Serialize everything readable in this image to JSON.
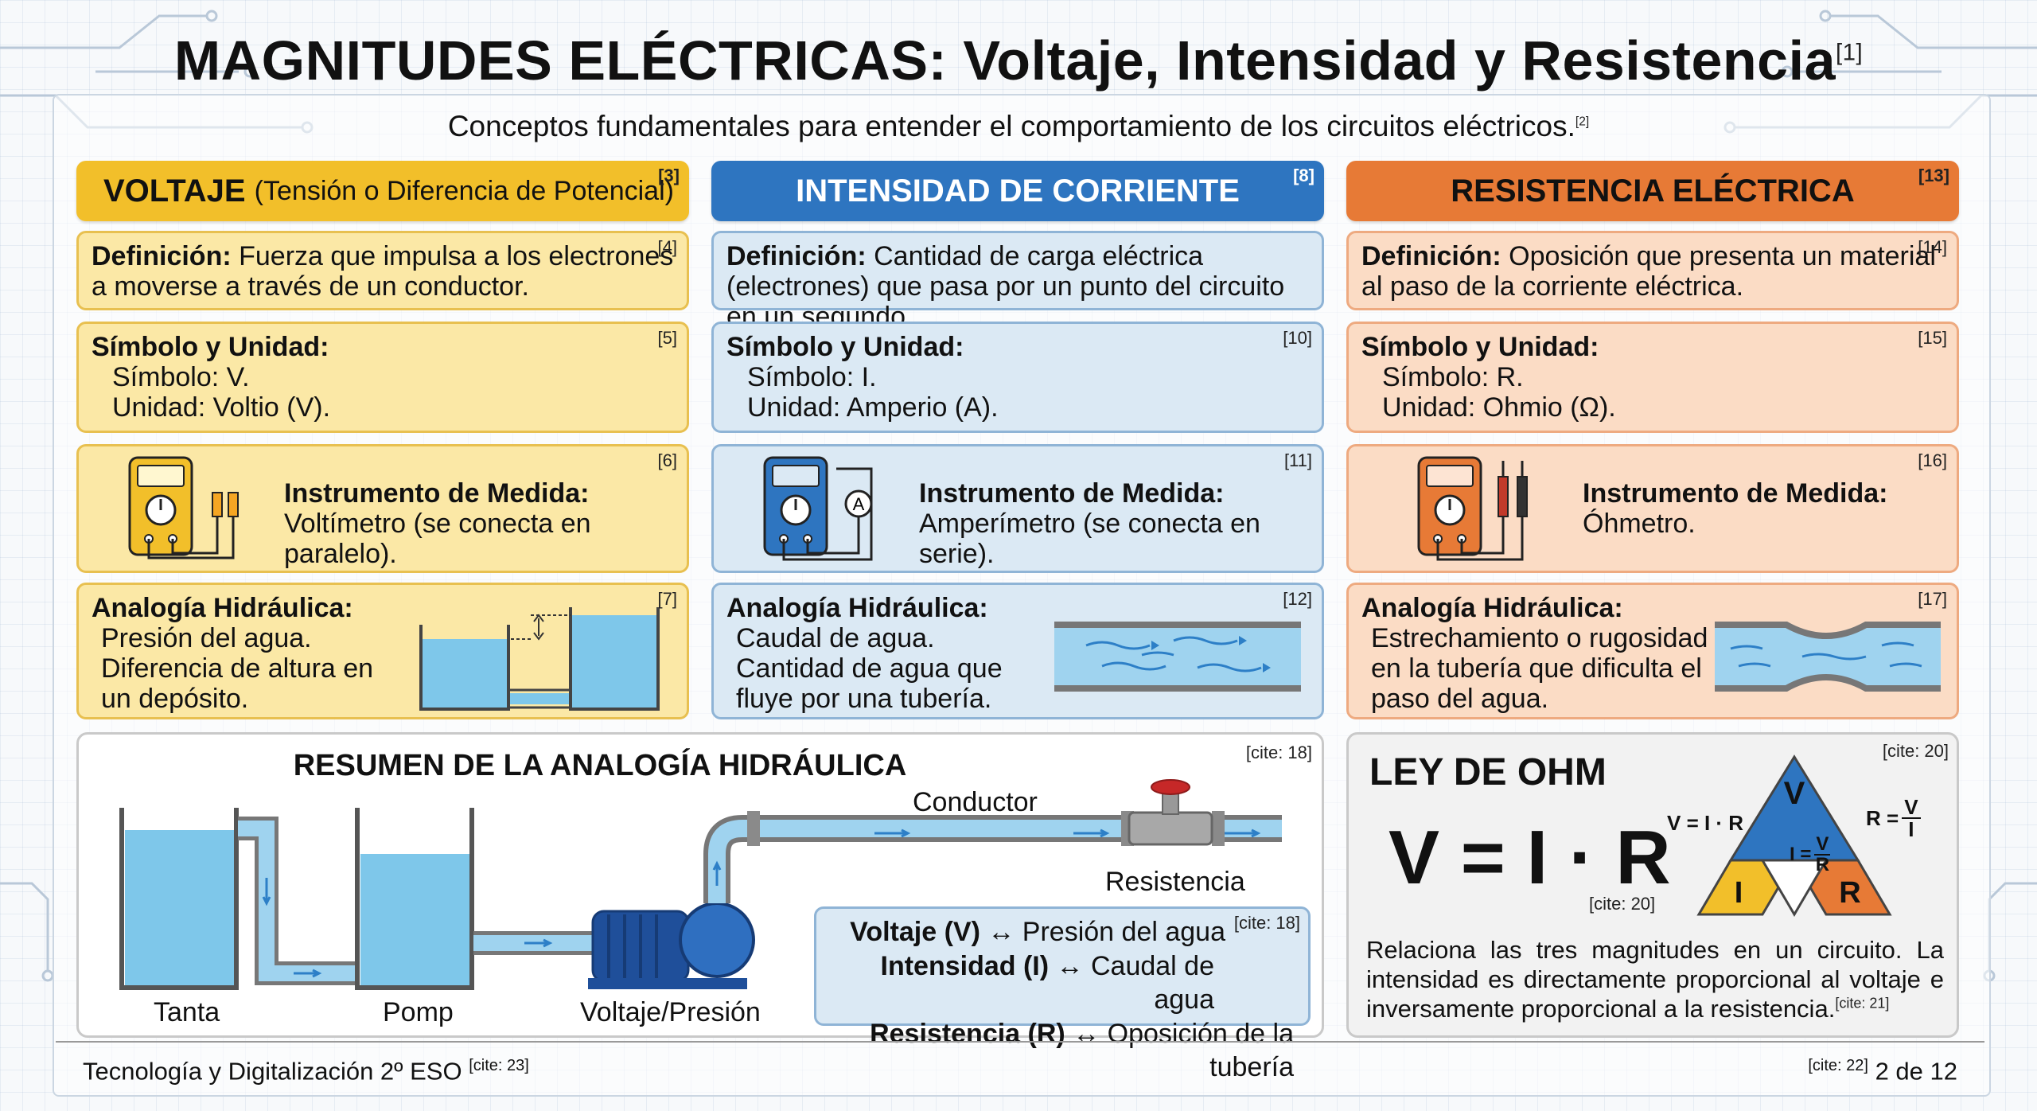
{
  "title": "MAGNITUDES ELÉCTRICAS: Voltaje, Intensidad y Resistencia",
  "title_cite": "[1]",
  "subtitle": "Conceptos fundamentales para entender el comportamiento de los circuitos eléctricos.",
  "subtitle_cite": "[2]",
  "colors": {
    "yellow": "#f2bf2a",
    "blue": "#2e75c0",
    "orange": "#e77a36",
    "water": "#7ec7ea"
  },
  "voltaje": {
    "header_bold": "VOLTAJE",
    "header_rest": "(Tensión o Diferencia de Potencial)",
    "header_cite": "[3]",
    "def_label": "Definición:",
    "def_text": "Fuerza que impulsa a los electrones a moverse a través de un conductor.",
    "def_cite": "[4]",
    "sym_label": "Símbolo y Unidad:",
    "sym_line1": "Símbolo: V.",
    "sym_line2": "Unidad: Voltio (V).",
    "sym_cite": "[5]",
    "inst_label": "Instrumento de Medida:",
    "inst_text": "Voltímetro (se conecta en paralelo).",
    "inst_cite": "[6]",
    "analog_label": "Analogía Hidráulica:",
    "analog_line1": "Presión del agua.",
    "analog_line2": "Diferencia de altura en",
    "analog_line3": "un depósito.",
    "analog_cite": "[7]"
  },
  "intensidad": {
    "header": "INTENSIDAD DE CORRIENTE",
    "header_cite": "[8]",
    "def_label": "Definición:",
    "def_text": "Cantidad de carga eléctrica (electrones) que pasa por un punto del circuito en un segundo.",
    "sym_label": "Símbolo y Unidad:",
    "sym_line1": "Símbolo: I.",
    "sym_line2": "Unidad: Amperio (A).",
    "sym_cite": "[10]",
    "inst_label": "Instrumento de Medida:",
    "inst_text": "Amperímetro (se conecta en serie).",
    "inst_cite": "[11]",
    "analog_label": "Analogía Hidráulica:",
    "analog_line1": "Caudal de agua.",
    "analog_line2": "Cantidad de agua que",
    "analog_line3": "fluye por una tubería.",
    "analog_cite": "[12]"
  },
  "resistencia": {
    "header": "RESISTENCIA ELÉCTRICA",
    "header_cite": "[13]",
    "def_label": "Definición:",
    "def_text": "Oposición que presenta un material al paso de la corriente eléctrica.",
    "def_cite": "[14]",
    "sym_label": "Símbolo y Unidad:",
    "sym_line1": "Símbolo: R.",
    "sym_line2": "Unidad: Ohmio (Ω).",
    "sym_cite": "[15]",
    "inst_label": "Instrumento de Medida:",
    "inst_text": "Óhmetro.",
    "inst_cite": "[16]",
    "analog_label": "Analogía Hidráulica:",
    "analog_line1": "Estrechamiento o rugosidad",
    "analog_line2": "en la tubería que dificulta el",
    "analog_line3": "paso del agua.",
    "analog_cite": "[17]"
  },
  "resumen": {
    "title": "RESUMEN DE LA ANALOGÍA HIDRÁULICA",
    "cite": "[cite: 18]",
    "label_conductor": "Conductor",
    "label_resistencia": "Resistencia",
    "label_tanta": "Tanta",
    "label_pomp": "Pomp",
    "label_voltaje": "Voltaje/Presión",
    "eq_cite": "[cite: 18]",
    "eq1_bold": "Voltaje (V)",
    "eq1_rest": "↔ Presión del agua",
    "eq2_bold": "Intensidad (I)",
    "eq2_rest": "↔ Caudal de agua",
    "eq3_bold": "Resistencia (R)",
    "eq3_rest": "↔ Oposición de la tubería"
  },
  "ohm": {
    "title": "LEY DE OHM",
    "cite": "[cite: 20]",
    "formula": "V = I · R",
    "formula_cite": "[cite: 20]",
    "tri_v": "V",
    "tri_i": "I",
    "tri_r": "R",
    "eq_left": "V = I · R",
    "eq_mid_prefix": "I =",
    "eq_right_prefix": "R =",
    "frac_num_v": "V",
    "frac_den_r": "R",
    "frac_num_v2": "V",
    "frac_den_i": "I",
    "desc": "Relaciona las tres magnitudes en un circuito. La intensidad es directamente proporcional al voltaje e inversamente proporcional a la resistencia.",
    "desc_cite": "[cite: 21]"
  },
  "footer": {
    "left": "Tecnología y Digitalización 2º ESO",
    "left_cite": "[cite: 23]",
    "right_cite": "[cite: 22]",
    "page": "2 de 12"
  }
}
